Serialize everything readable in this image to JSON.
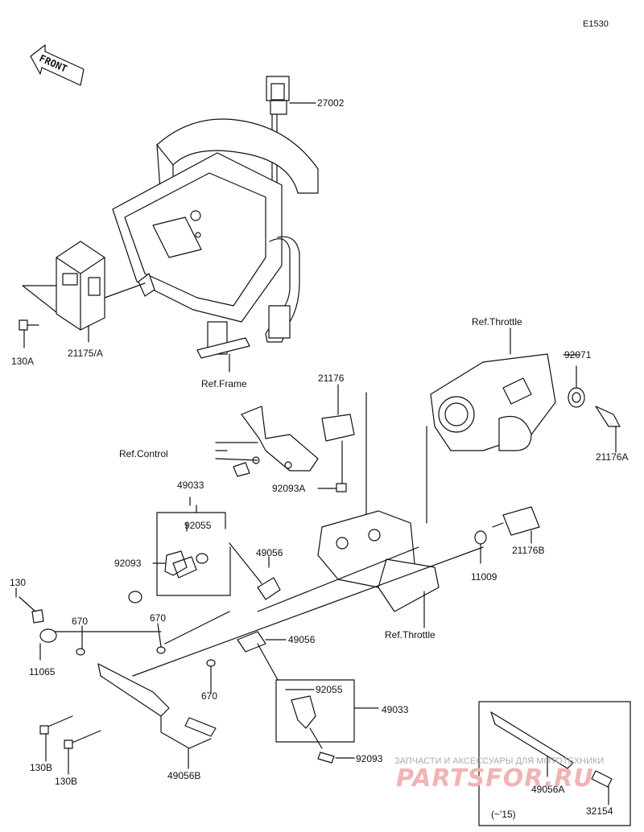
{
  "diagram": {
    "code": "E1530",
    "front_label": "FRONT",
    "labels": {
      "p27002": "27002",
      "p130A": "130A",
      "p21175A": "21175/A",
      "refFrame": "Ref.Frame",
      "refThrottleTop": "Ref.Throttle",
      "p92071": "92071",
      "p21176": "21176",
      "refControl": "Ref.Control",
      "p92093A": "92093A",
      "p21176A": "21176A",
      "p49033top": "49033",
      "p92055top": "92055",
      "p49056top": "49056",
      "p92093top": "92093",
      "p21176B": "21176B",
      "p11009": "11009",
      "p130": "130",
      "p670a": "670",
      "p670b": "670",
      "p11065": "11065",
      "refThrottleBottom": "Ref.Throttle",
      "p49056mid": "49056",
      "p670c": "670",
      "p92055bottom": "92055",
      "p49033bottom": "49033",
      "p130Ba": "130B",
      "p130Bb": "130B",
      "p49056B": "49056B",
      "p92093bottom": "92093",
      "p49056A": "49056A",
      "p32154": "32154",
      "inset_note": "(~'15)"
    },
    "watermark": {
      "line1": "ЗАПЧАСТИ И АКСЕССУАРЫ ДЛЯ МОТОТЕХНИКИ",
      "line2": "PARTSFOR.RU"
    }
  }
}
